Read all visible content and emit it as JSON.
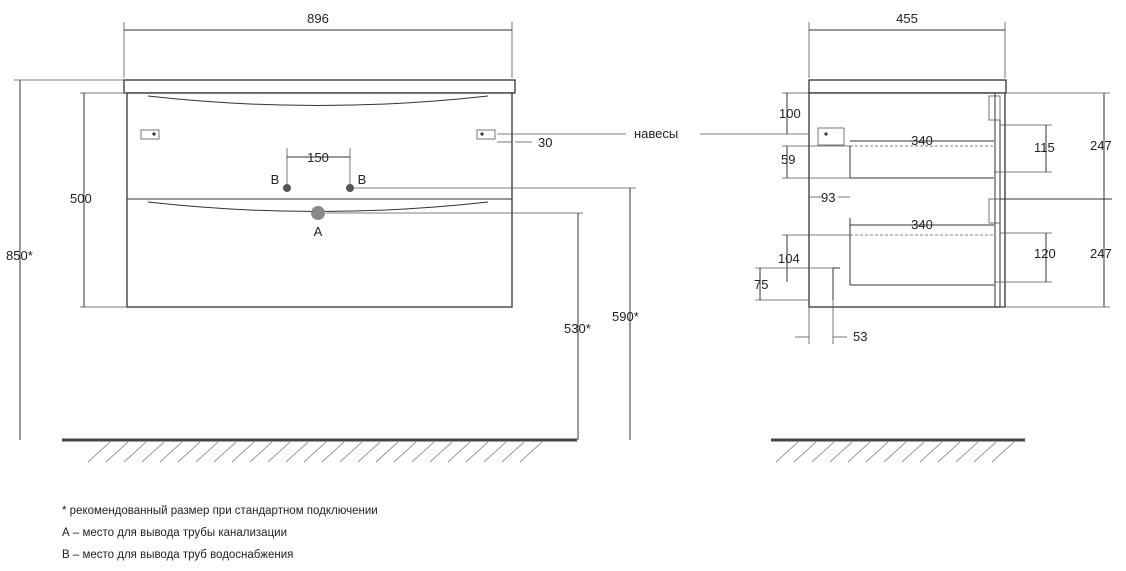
{
  "front_view": {
    "width": "896",
    "height_body": "500",
    "height_total": "850*",
    "pipe_spacing": "150",
    "hinge_offset": "30",
    "pipe_a_height": "530*",
    "pipe_b_height": "590*",
    "label_a": "A",
    "label_b_left": "B",
    "label_b_right": "B"
  },
  "side_view": {
    "depth": "455",
    "hinges_label": "навесы",
    "hinge_top": "100",
    "drawer_depth_top": "340",
    "drawer_height_top": "115",
    "section_top": "247",
    "drawer_offset_top": "59",
    "back_gap": "93",
    "drawer_depth_bottom": "340",
    "drawer_height_bottom": "120",
    "section_bottom": "247",
    "bottom_104": "104",
    "bottom_75": "75",
    "bottom_53": "53"
  },
  "notes": [
    "* рекомендованный размер при стандартном подключении",
    "А – место для вывода трубы канализации",
    "В – место для вывода труб водоснабжения"
  ]
}
